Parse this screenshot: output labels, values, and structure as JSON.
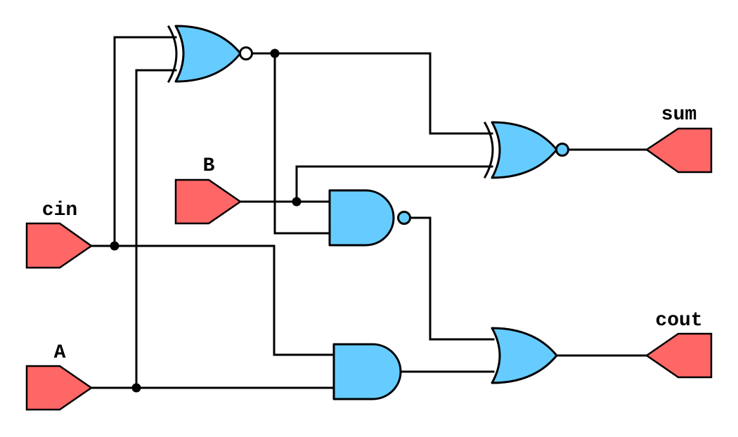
{
  "inputs": {
    "cin": "cin",
    "a": "A",
    "b": "B"
  },
  "outputs": {
    "sum": "sum",
    "cout": "cout"
  },
  "gates": [
    "xnor",
    "xnor",
    "nand",
    "and",
    "or"
  ],
  "colors": {
    "gate_fill": "#66ccff",
    "port_fill": "#ff6666",
    "wire": "#000000"
  }
}
